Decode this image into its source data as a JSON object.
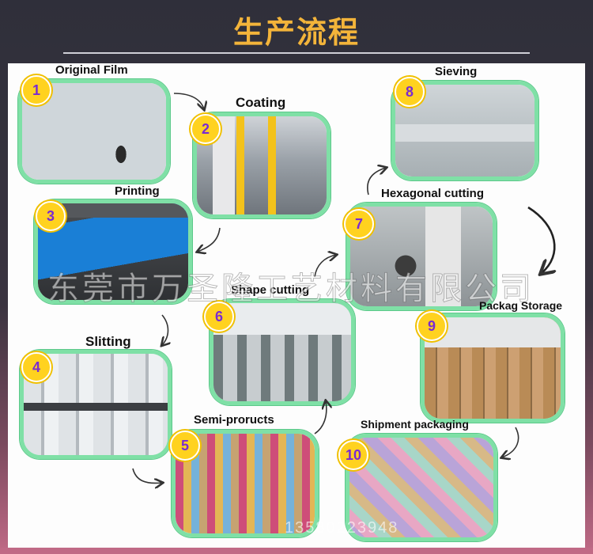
{
  "header": {
    "title": "生产流程"
  },
  "steps": [
    {
      "number": "1",
      "label": "Original Film"
    },
    {
      "number": "2",
      "label": "Coating"
    },
    {
      "number": "3",
      "label": "Printing"
    },
    {
      "number": "4",
      "label": "Slitting"
    },
    {
      "number": "5",
      "label": "Semi-proructs"
    },
    {
      "number": "6",
      "label": "Shape cutting"
    },
    {
      "number": "7",
      "label": "Hexagonal cutting"
    },
    {
      "number": "8",
      "label": "Sieving"
    },
    {
      "number": "9",
      "label": "Packag Storage"
    },
    {
      "number": "10",
      "label": "Shipment packaging"
    }
  ],
  "watermark": {
    "company": "东莞市万圣隆工艺材料有限公司",
    "phone": "13580223948"
  },
  "colors": {
    "title": "#f3b43a",
    "frame": "#7fe0a6",
    "badge": "#ffd21f",
    "badge_text": "#7a2bd1"
  }
}
